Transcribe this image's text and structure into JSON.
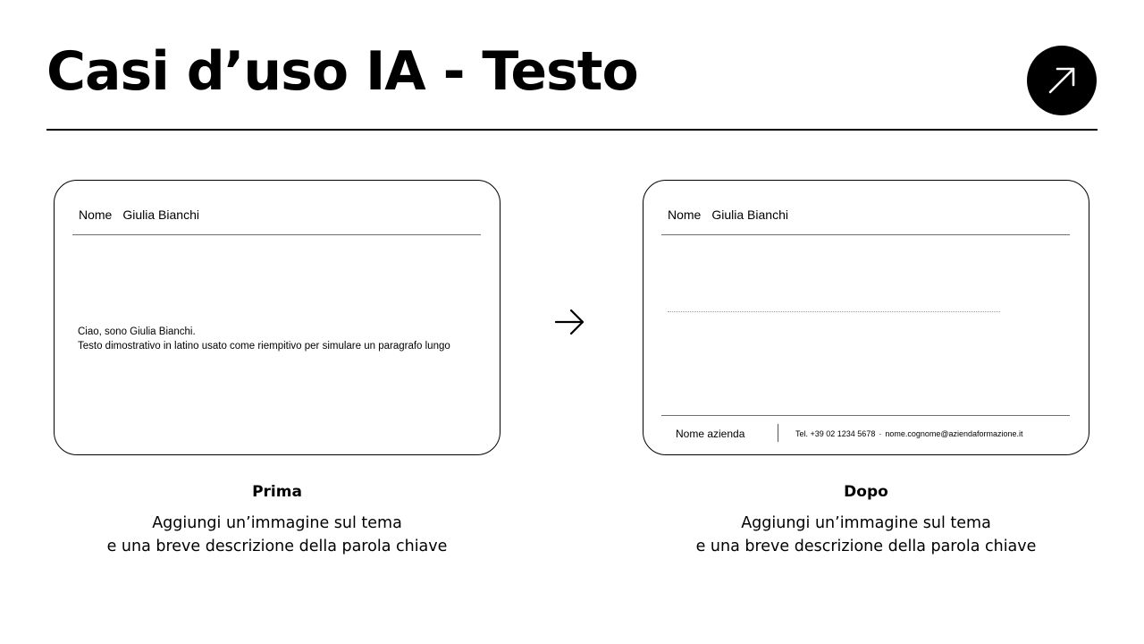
{
  "header": {
    "title": "Casi d’uso IA - Testo",
    "arrow_icon": "arrow-up-right-icon"
  },
  "before": {
    "card": {
      "name_label": "Nome",
      "name_value": "Giulia Bianchi",
      "body_line1": "Ciao, sono Giulia Bianchi.",
      "body_line2": "Testo dimostrativo in latino usato come riempitivo per simulare un paragrafo lungo"
    },
    "caption": {
      "title": "Prima",
      "desc_line1": "Aggiungi un’immagine sul tema",
      "desc_line2": "e una breve descrizione della parola chiave"
    }
  },
  "after": {
    "card": {
      "name_label": "Nome",
      "name_value": "Giulia Bianchi",
      "company": "Nome azienda",
      "phone": "Tel. +39 02 1234 5678",
      "separator": "·",
      "email": "nome.cognome@aziendaformazione.it"
    },
    "caption": {
      "title": "Dopo",
      "desc_line1": "Aggiungi un’immagine sul tema",
      "desc_line2": "e una breve descrizione della parola chiave"
    }
  },
  "transition_icon": "arrow-right-icon",
  "colors": {
    "background": "#ffffff",
    "foreground": "#000000",
    "rule": "#6f6f6f"
  }
}
